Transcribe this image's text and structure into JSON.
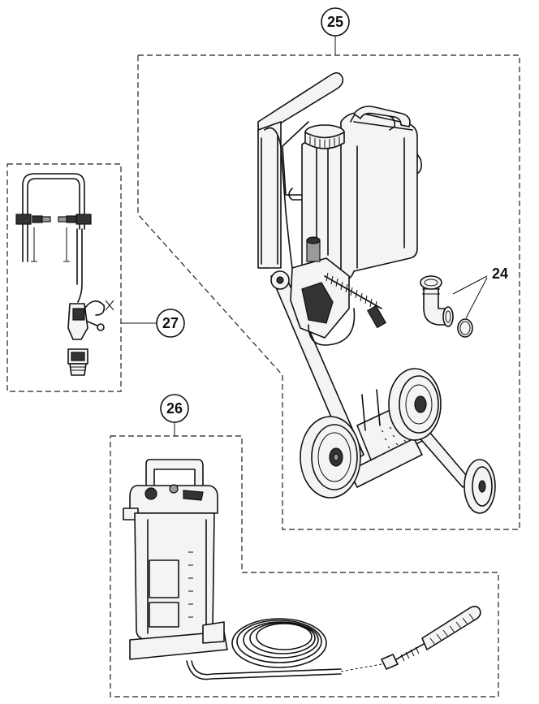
{
  "callouts": {
    "c24": "24",
    "c25": "25",
    "c26": "26",
    "c27": "27"
  }
}
